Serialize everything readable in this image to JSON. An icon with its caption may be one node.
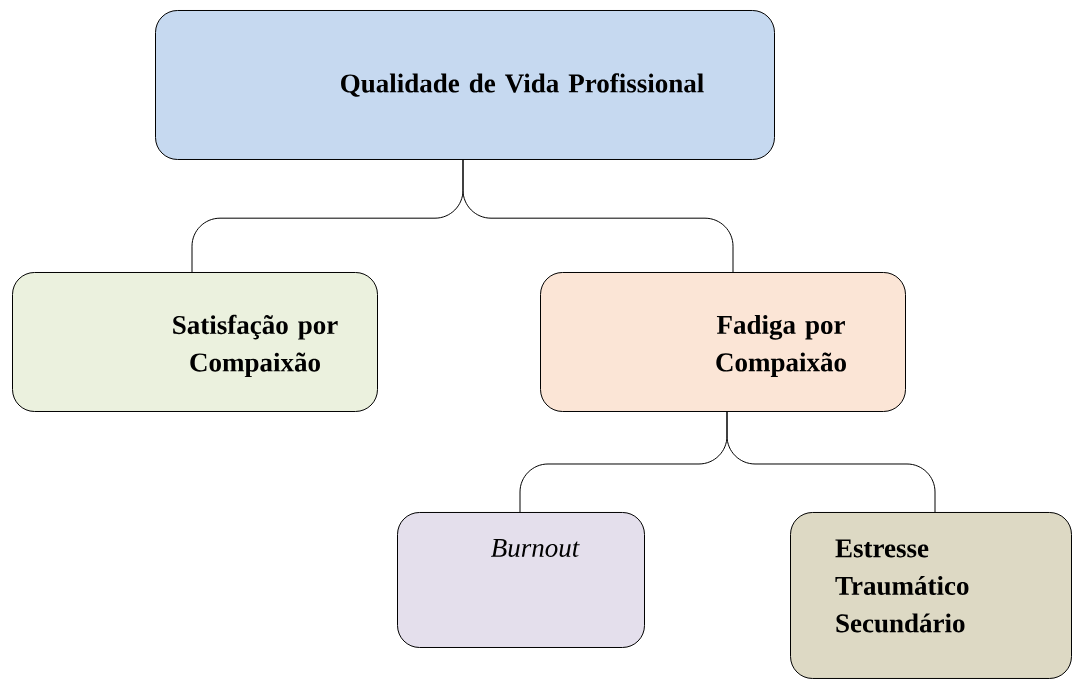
{
  "diagram": {
    "nodes": [
      {
        "text": [
          "Qualidade de Vida Profissional"
        ]
      },
      {
        "text": [
          "Satisfação por Compaixão"
        ]
      },
      {
        "text": [
          "Fadiga por Compaixão"
        ]
      },
      {
        "text": [
          "Burnout"
        ]
      },
      {
        "text": [
          "Estresse Traumático Secundário"
        ]
      }
    ],
    "edges": [
      {
        "from": 0,
        "to": 1,
        "arrow": "none"
      },
      {
        "from": 0,
        "to": 2,
        "arrow": "none"
      },
      {
        "from": 2,
        "to": 3,
        "arrow": "none"
      },
      {
        "from": 2,
        "to": 4,
        "arrow": "none"
      }
    ]
  }
}
